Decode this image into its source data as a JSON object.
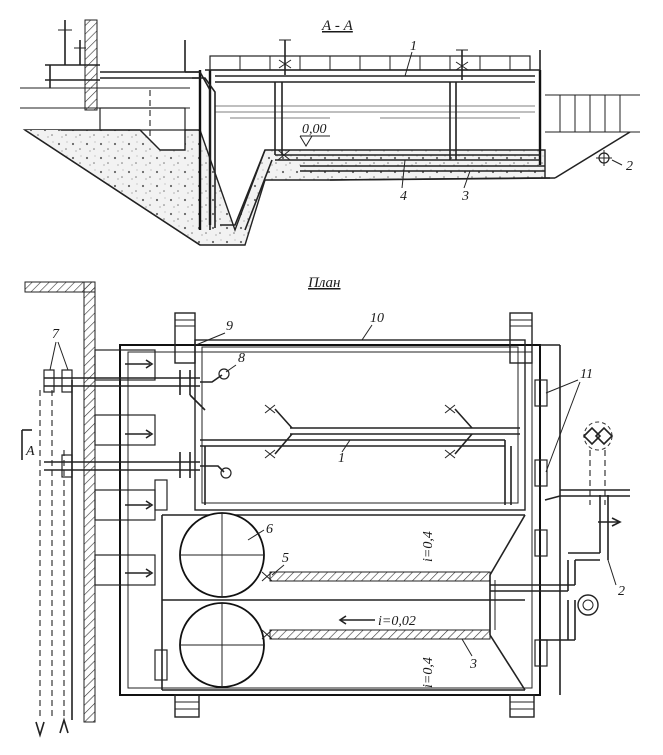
{
  "section_title": "А - А",
  "plan_title": "План",
  "section_level": "0,00",
  "section_labels": {
    "l1": "1",
    "l2": "2",
    "l3": "3",
    "l4": "4"
  },
  "plan_labels": {
    "l1": "1",
    "l2": "2",
    "l3": "3",
    "l5": "5",
    "l6": "6",
    "l7": "7",
    "l8": "8",
    "l9": "9",
    "l10": "10",
    "l11": "11",
    "cut_mark": "A"
  },
  "slopes": {
    "top": "i=0,4",
    "middle": "i=0,02",
    "bottom": "i=0,4"
  }
}
